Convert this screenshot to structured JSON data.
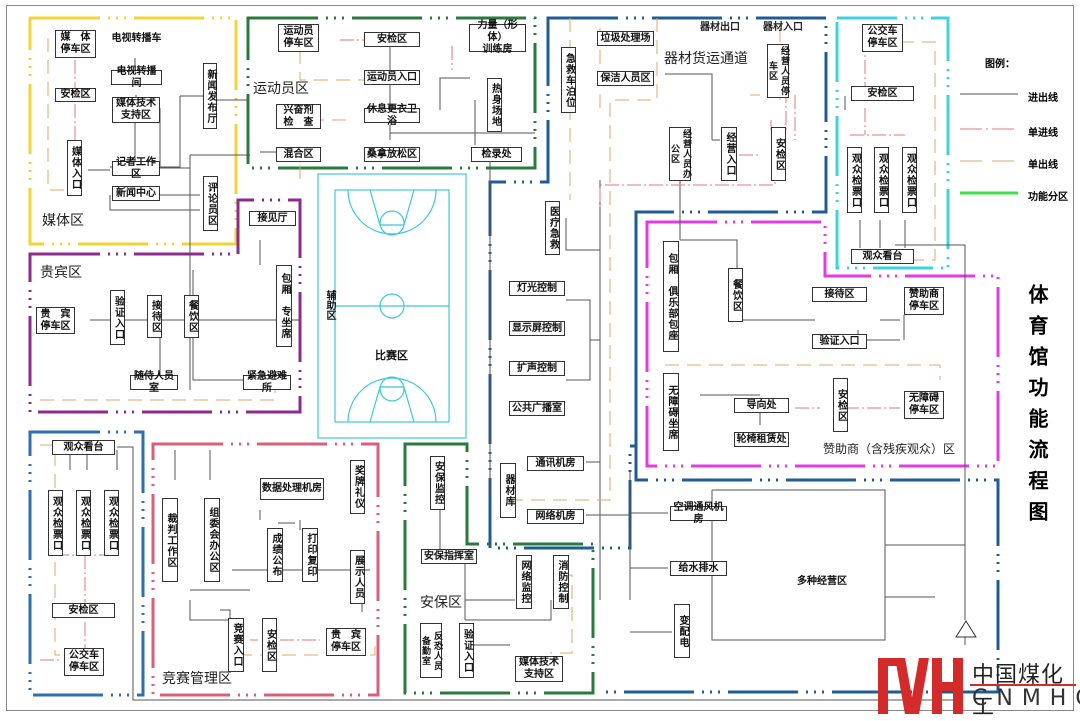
{
  "title": "体育馆功能流程图",
  "colors": {
    "media_zone": "#f1d33a",
    "athlete_zone": "#2a7a3e",
    "vip_zone": "#8e2a8e",
    "equipment_zone": "#1f5c93",
    "spectator_zone": "#3fd3df",
    "sponsor_zone": "#e23ce2",
    "competition_zone": "#d9607a",
    "security_zone": "#2a7a3e",
    "spectator_south_zone": "#2f6fb0",
    "court": "#3fc8d8",
    "in_out_line": "#555555",
    "in_line": "#e27a7a",
    "out_line": "#e0a56a",
    "function_zone_line": "#3ce04a",
    "logo_red": "#d32a2a"
  },
  "legend": {
    "title": "图例：",
    "items": [
      {
        "label": "进出线",
        "type": "solid"
      },
      {
        "label": "单进线",
        "type": "dash-dot"
      },
      {
        "label": "单出线",
        "type": "dashed"
      },
      {
        "label": "功能分区",
        "type": "zone"
      }
    ]
  },
  "zones": {
    "media": "媒体区",
    "athlete": "运动员区",
    "vip": "贵宾区",
    "equipment": "器材货运通道",
    "sponsor": "赞助商（含残疾观众）区",
    "competition": "竞赛管理区",
    "security": "安保区"
  },
  "labels": {
    "equip_exit": "器材出口",
    "equip_entry": "器材入口",
    "court_aux": "辅助区",
    "court_main": "比赛区"
  },
  "boxes": {
    "media_parking": "媒　体\n停车区",
    "tv_truck": "电视转播车",
    "tv_room": "电视转播间",
    "media_security": "安检区",
    "media_tech": "媒体技术\n支持区",
    "press_hall": "新闻发布厅",
    "media_entry": "媒体入口",
    "reporter_area": "记者工作区",
    "news_center": "新闻中心",
    "commentator": "评论员区",
    "athlete_parking": "运动员\n停车区",
    "athlete_security": "安检区",
    "strength_room": "力量（形体）\n训练房",
    "athlete_entry": "运动员入口",
    "doping": "兴奋剂\n检　查",
    "rest_room": "休息更衣卫浴",
    "warmup": "热身场地",
    "mixed_zone": "混合区",
    "stretcher": "桑拿放松区",
    "doping_record": "检录处",
    "reception_hall": "接见厅",
    "vip_parking": "贵　宾\n停车区",
    "vip_verify": "验证入口",
    "vip_reception": "接待区",
    "vip_dining": "餐饮区",
    "vip_box": "包厢　专坐席",
    "escort_room": "随侍人员室",
    "emergency_shelter": "紧急避难所",
    "ambulance": "急救车泊位",
    "garbage": "垃圾处理场",
    "cleaning": "保洁人员区",
    "mgmt_parking": "经营人员停车区",
    "mgmt_office": "经营人员办公区",
    "mgmt_entry": "经营入口",
    "mgmt_security": "安检区",
    "medical": "医疗急救",
    "light_ctrl": "灯光控制",
    "screen_ctrl": "显示屏控制",
    "sound_ctrl": "扩声控制",
    "broadcast": "公共广播室",
    "telecom": "通讯机房",
    "equip_store": "器材库",
    "network_room": "网络机房",
    "bus_parking_n": "公交车\n停车区",
    "spec_security_n": "安检区",
    "ticket_n1": "观众检票口",
    "ticket_n2": "观众检票口",
    "ticket_n3": "观众检票口",
    "stand_n": "观众看台",
    "club_box": "包厢　俱乐部包座",
    "sponsor_dining": "餐饮区",
    "sponsor_reception": "接待区",
    "sponsor_parking": "赞助商\n停车区",
    "sponsor_verify": "验证入口",
    "accessible_seats": "无障碍坐席",
    "guide_desk": "导向处",
    "sponsor_security": "安检区",
    "accessible_parking": "无障碍\n停车区",
    "wheelchair_rental": "轮椅租赁处",
    "stand_s": "观众看台",
    "ticket_s1": "观众检票口",
    "ticket_s2": "观众检票口",
    "ticket_s3": "观众检票口",
    "spec_security_s": "安检区",
    "bus_parking_s": "公交车\n停车区",
    "referee": "裁判工作区",
    "committee": "组委会办公区",
    "data_room": "数据处理机房",
    "results": "成绩公布",
    "print": "打印复印",
    "award": "奖牌礼仪",
    "exhibitors": "展示人员",
    "comp_entry": "竞赛入口",
    "comp_security": "安检区",
    "comp_vip_parking": "贵　宾\n停车区",
    "sec_monitor": "安保监控",
    "sec_command": "安保指挥室",
    "net_monitor": "网络监控",
    "fire_ctrl": "消防控制",
    "anti_terror": "反恐人员　备勤室",
    "sec_verify": "验证入口",
    "sec_media_tech": "媒体技术\n支持区",
    "hvac": "空调通风机房",
    "water": "给水排水",
    "power": "变配电",
    "retail": "多种经营区"
  },
  "logo": {
    "cn": "中国煤化工",
    "en": "CNMHG"
  }
}
